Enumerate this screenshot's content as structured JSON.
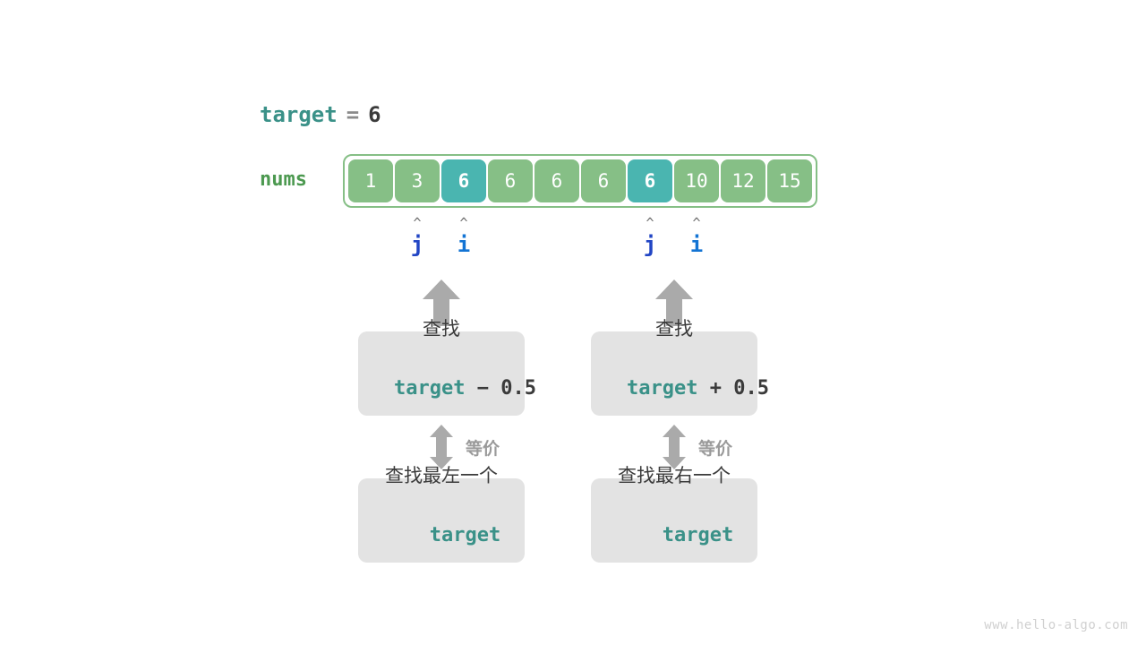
{
  "target_line": {
    "name": "target",
    "operator": "=",
    "value": "6"
  },
  "array": {
    "label": "nums",
    "cells": [
      {
        "value": "1",
        "highlight": false
      },
      {
        "value": "3",
        "highlight": false
      },
      {
        "value": "6",
        "highlight": true
      },
      {
        "value": "6",
        "highlight": false
      },
      {
        "value": "6",
        "highlight": false
      },
      {
        "value": "6",
        "highlight": false
      },
      {
        "value": "6",
        "highlight": true
      },
      {
        "value": "10",
        "highlight": false
      },
      {
        "value": "12",
        "highlight": false
      },
      {
        "value": "15",
        "highlight": false
      }
    ]
  },
  "pointers": [
    {
      "name": "j",
      "caret": "^",
      "cell_index": 1,
      "group": "left"
    },
    {
      "name": "i",
      "caret": "^",
      "cell_index": 2,
      "group": "left"
    },
    {
      "name": "j",
      "caret": "^",
      "cell_index": 6,
      "group": "right"
    },
    {
      "name": "i",
      "caret": "^",
      "cell_index": 7,
      "group": "right"
    }
  ],
  "branches": [
    {
      "upper_box": {
        "line1": "查找",
        "expr_keyword": "target",
        "expr_operator": " − 0.5"
      },
      "equivalence_label": "等价",
      "lower_box": {
        "line1": "查找最左一个",
        "line2": "target"
      }
    },
    {
      "upper_box": {
        "line1": "查找",
        "expr_keyword": "target",
        "expr_operator": " + 0.5"
      },
      "equivalence_label": "等价",
      "lower_box": {
        "line1": "查找最右一个",
        "line2": "target"
      }
    }
  ],
  "watermark": "www.hello-algo.com",
  "colors": {
    "cell_normal": "#86bf86",
    "cell_highlight": "#4ab5b0",
    "keyword_teal": "#3a9188",
    "nums_green": "#4c9950",
    "pointer_j_blue": "#2145c4",
    "pointer_i_blue": "#1374d4",
    "box_grey": "#e3e3e3",
    "arrow_grey": "#aaaaaa"
  }
}
